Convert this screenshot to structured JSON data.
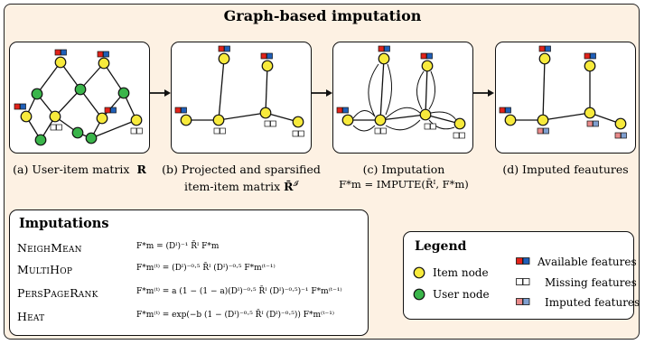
{
  "title": "Graph-based imputation",
  "panels": [
    {
      "caption": "(a) User-item matrix",
      "symbol": "R"
    },
    {
      "caption_line1": "(b) Projected and sparsified",
      "caption_line2": "item-item matrix"
    },
    {
      "caption_line1": "(c) Imputation",
      "caption_line2": "F*m = IMPUTE(R̄ᴵ, F*m)"
    },
    {
      "caption": "(d) Imputed feautures"
    }
  ],
  "imputations": {
    "title": "Imputations",
    "methods": [
      {
        "name": "NeighMean",
        "equation": "F*m = (Dᴵ)⁻¹ R̄ᴵ F*m"
      },
      {
        "name": "MultiHop",
        "equation": "F*m⁽ᵗ⁾ = (Dᴵ)⁻⁰·⁵ R̄ᴵ (Dᴵ)⁻⁰·⁵ F*m⁽ᵗ⁻¹⁾"
      },
      {
        "name": "PersPageRank",
        "equation": "F*m⁽ᵗ⁾ = a (1 − (1 − a)(Dᴵ)⁻⁰·⁵ R̄ᴵ (Dᴵ)⁻⁰·⁵)⁻¹ F*m⁽ᵗ⁻¹⁾"
      },
      {
        "name": "Heat",
        "equation": "F*m⁽ᵗ⁾ = exp(−b (1 − (Dᴵ)⁻⁰·⁵ R̄ᴵ (Dᴵ)⁻⁰·⁵)) F*m⁽ᵗ⁻¹⁾"
      }
    ]
  },
  "legend": {
    "title": "Legend",
    "item_node": "Item node",
    "user_node": "User node",
    "available": "Available features",
    "missing": "Missing features",
    "imputed": "Imputed features"
  },
  "colors": {
    "item": "#f7ea3c",
    "user": "#3ab54a",
    "red": "#e2231a",
    "blue": "#1f5fb8",
    "imp_red": "#e98a8a",
    "imp_blue": "#7f9fcf",
    "background": "#fdf1e3"
  }
}
